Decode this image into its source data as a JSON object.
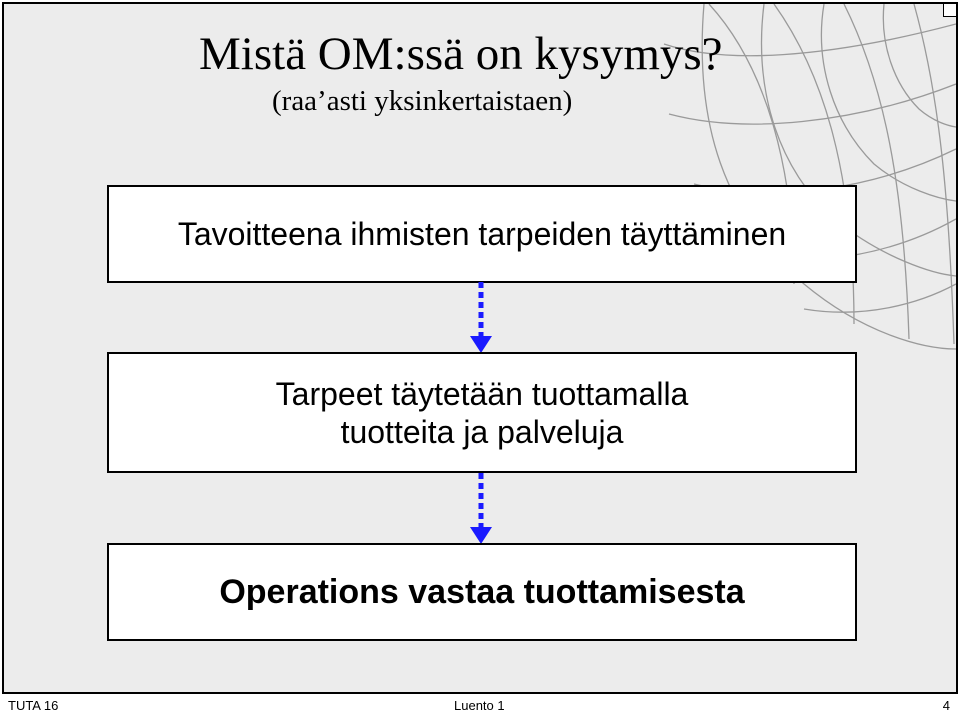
{
  "slide": {
    "title": "Mistä OM:ssä on kysymys?",
    "subtitle": "(raa’asti yksinkertaistaen)"
  },
  "boxes": {
    "box1": "Tavoitteena ihmisten tarpeiden täyttäminen",
    "box2_line1": "Tarpeet täytetään tuottamalla",
    "box2_line2": "tuotteita ja palveluja",
    "box3": "Operations vastaa tuottamisesta"
  },
  "footer": {
    "left": "TUTA 16",
    "center": "Luento 1",
    "right": "4"
  },
  "colors": {
    "background": "#ececec",
    "arrow": "#1a1aff",
    "box_fill": "#ffffff"
  }
}
